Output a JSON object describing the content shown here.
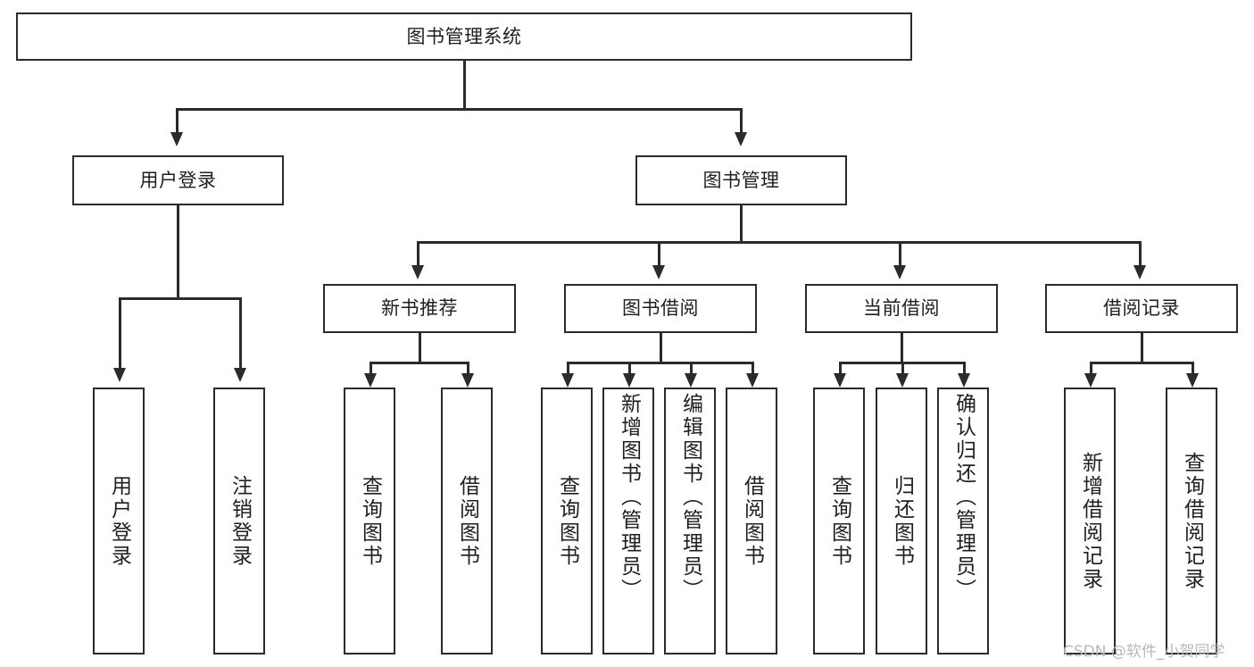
{
  "diagram": {
    "title": "图书管理系统",
    "type": "tree-structure-chart",
    "root": {
      "label": "图书管理系统"
    },
    "level1": [
      {
        "label": "用户登录"
      },
      {
        "label": "图书管理"
      }
    ],
    "level2": [
      {
        "label": "新书推荐"
      },
      {
        "label": "图书借阅"
      },
      {
        "label": "当前借阅"
      },
      {
        "label": "借阅记录"
      }
    ],
    "leaves": {
      "user_login": [
        {
          "label": "用户登录"
        },
        {
          "label": "注销登录"
        }
      ],
      "new_book_recommend": [
        {
          "label": "查询图书"
        },
        {
          "label": "借阅图书"
        }
      ],
      "book_borrow": [
        {
          "label": "查询图书"
        },
        {
          "label": "新增图书（管理员）"
        },
        {
          "label": "编辑图书（管理员）"
        },
        {
          "label": "借阅图书"
        }
      ],
      "current_borrow": [
        {
          "label": "查询图书"
        },
        {
          "label": "归还图书"
        },
        {
          "label": "确认归还（管理员）"
        }
      ],
      "borrow_record": [
        {
          "label": "新增借阅记录"
        },
        {
          "label": "查询借阅记录"
        }
      ]
    }
  },
  "watermark": {
    "text": "CSDN @软件_小贺同学"
  },
  "colors": {
    "stroke": "#2b2b2b",
    "text": "#1f1f1f",
    "background": "#ffffff",
    "watermark": "#b9b9b9"
  }
}
